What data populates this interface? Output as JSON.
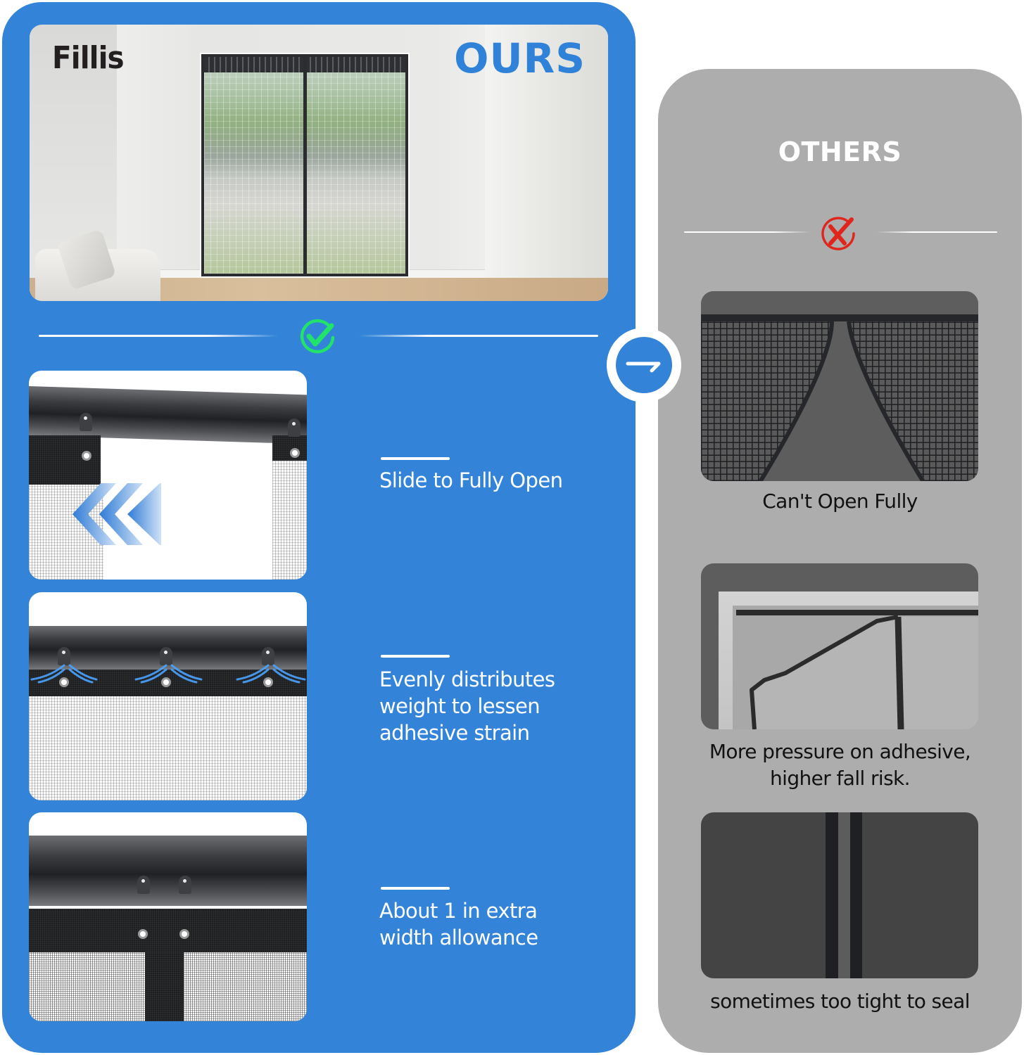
{
  "brand": {
    "logo_text": "Fillis"
  },
  "ours": {
    "label": "OURS",
    "panel_color": "#3384d8",
    "status_icon": "check-circle-icon",
    "status_color": "#22e36a",
    "hero_image": "magnetic-screen-door-installed-room",
    "features": [
      {
        "text": "Slide to Fully Open",
        "image": "sliding-rail-clips-chevron-arrows"
      },
      {
        "text": "Evenly distributes weight to lessen adhesive strain",
        "lines": [
          "Evenly distributes",
          "weight to lessen",
          "adhesive strain"
        ],
        "image": "rail-clips-weight-distribution"
      },
      {
        "text": "About 1 in extra width allowance",
        "lines": [
          "About 1 in extra",
          "width allowance"
        ],
        "image": "rail-center-overlap-clips"
      }
    ]
  },
  "comparison": {
    "badge_icon": "arrow-right-icon"
  },
  "others": {
    "label": "OTHERS",
    "panel_color": "#adadad",
    "status_icon": "x-circle-icon",
    "status_color": "#e0261c",
    "items": [
      {
        "caption": "Can't Open Fully",
        "image": "screen-door-partially-open"
      },
      {
        "caption": "More pressure on adhesive, higher fall risk.",
        "lines": [
          "More pressure on adhesive,",
          "higher fall risk."
        ],
        "image": "screen-door-sagging-frame"
      },
      {
        "caption": "sometimes too tight to seal",
        "image": "screen-door-magnetic-seam"
      }
    ]
  }
}
